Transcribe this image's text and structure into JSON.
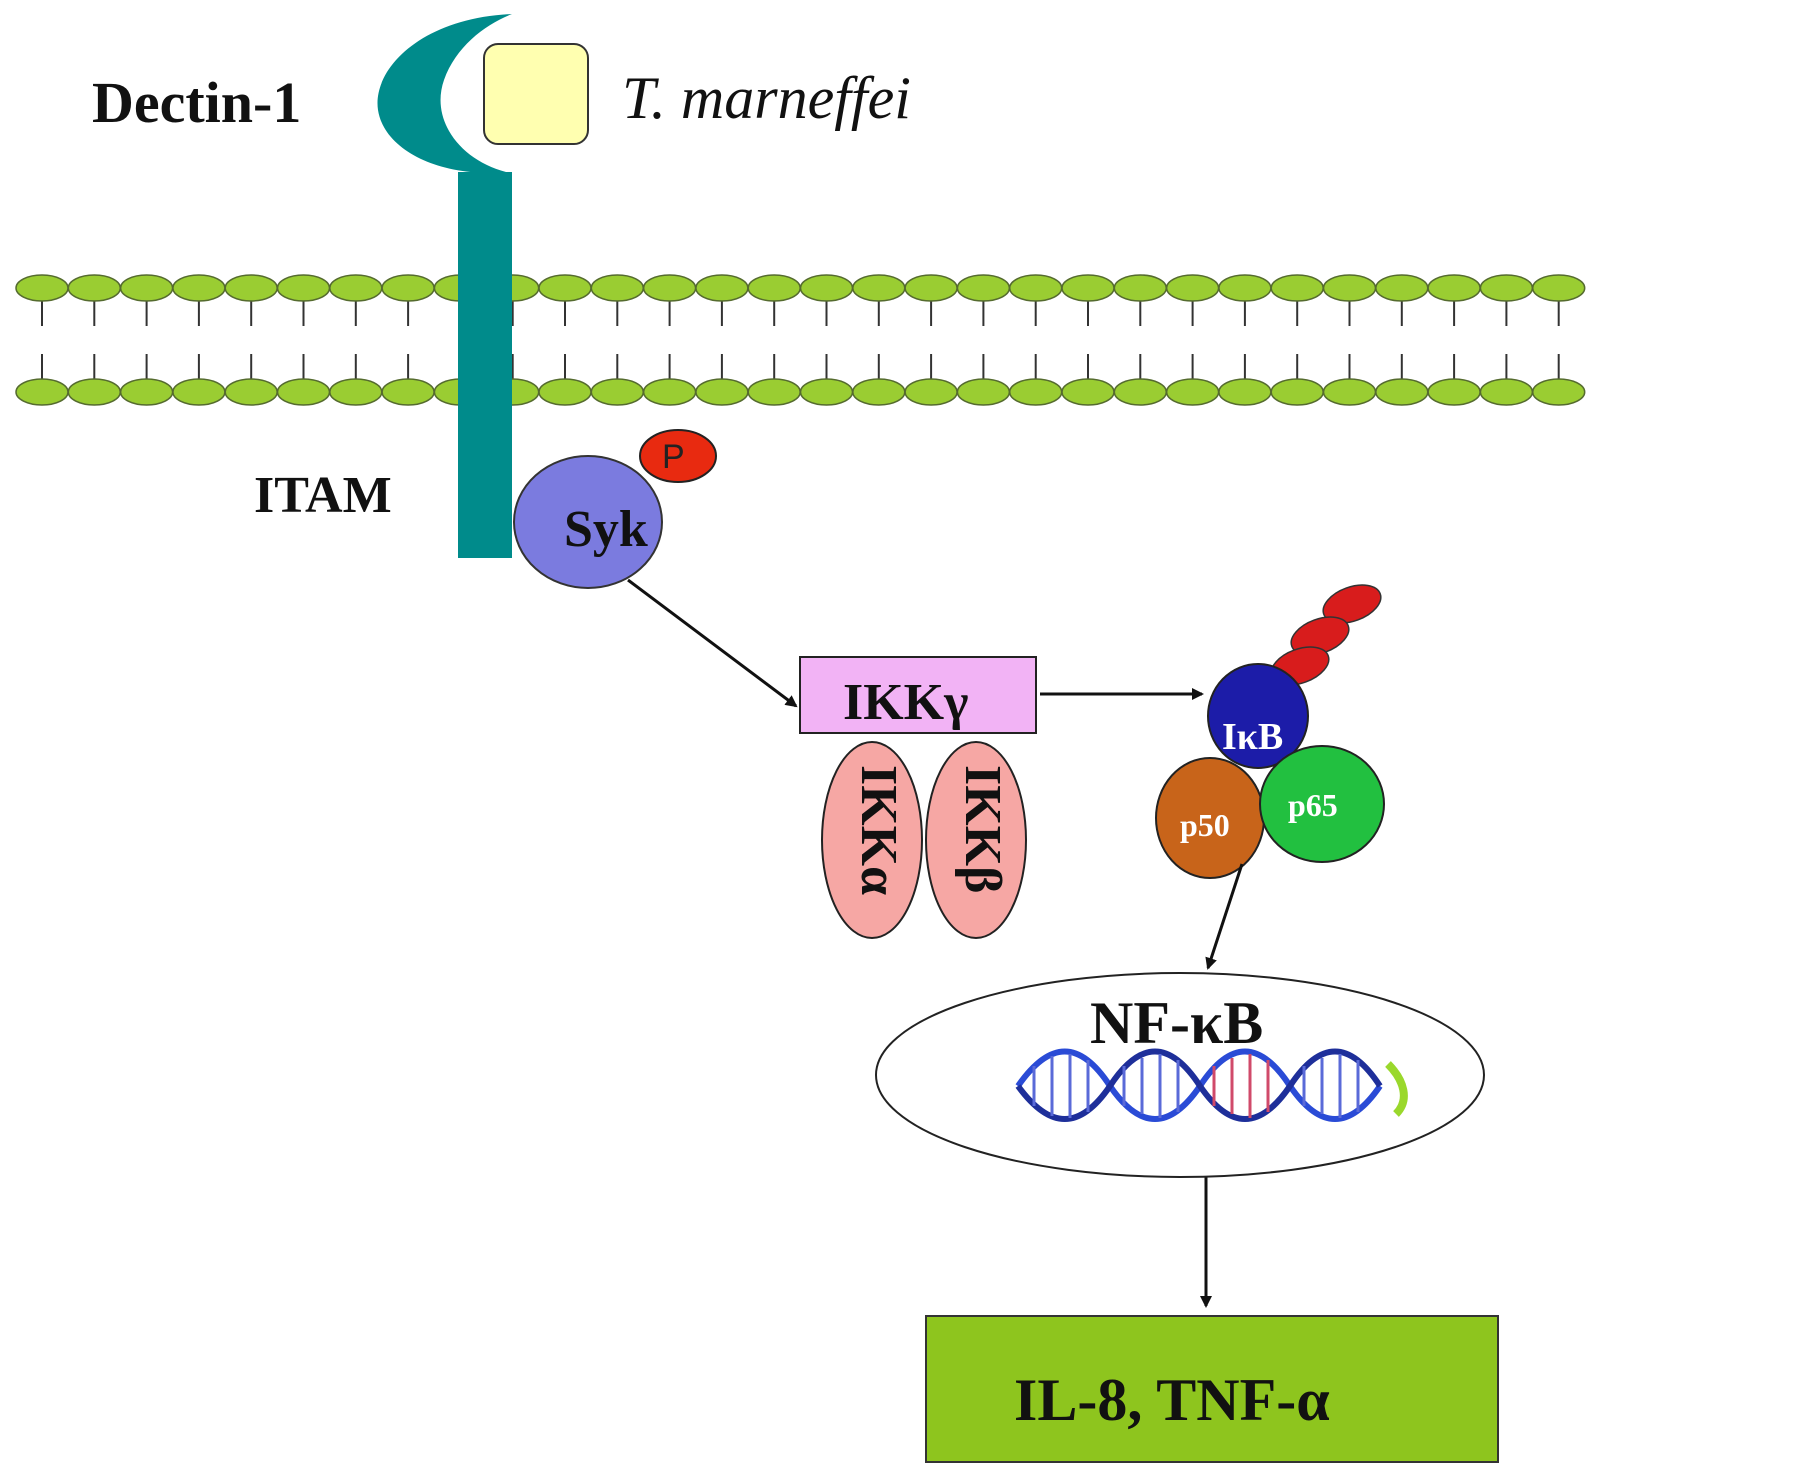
{
  "receptor": {
    "name": "Dectin-1",
    "ligand": "T. marneffei",
    "motif": "ITAM"
  },
  "kinase": {
    "name": "Syk",
    "phospho": "P"
  },
  "ikk_complex": {
    "gamma": "IKKγ",
    "alpha": "IKKα",
    "beta": "IKKβ"
  },
  "nfkb_complex": {
    "inhibitor": "IκB",
    "p50": "p50",
    "p65": "p65"
  },
  "nucleus": {
    "label": "NF-κB"
  },
  "output": {
    "label": "IL-8, TNF-α"
  },
  "colors": {
    "receptor": "#008b8b",
    "pathogen": "#ffffb0",
    "lipid_head": "#9acd32",
    "syk": "#7b7bdf",
    "phospho": "#e82a10",
    "ikk_gamma": "#f2b3f5",
    "ikk_alpha_beta": "#f6a7a4",
    "ikb": "#1c1ca8",
    "p50": "#c8641a",
    "p65": "#22c040",
    "ubiquitin": "#d81c1c",
    "output_box": "#8ec51e"
  }
}
